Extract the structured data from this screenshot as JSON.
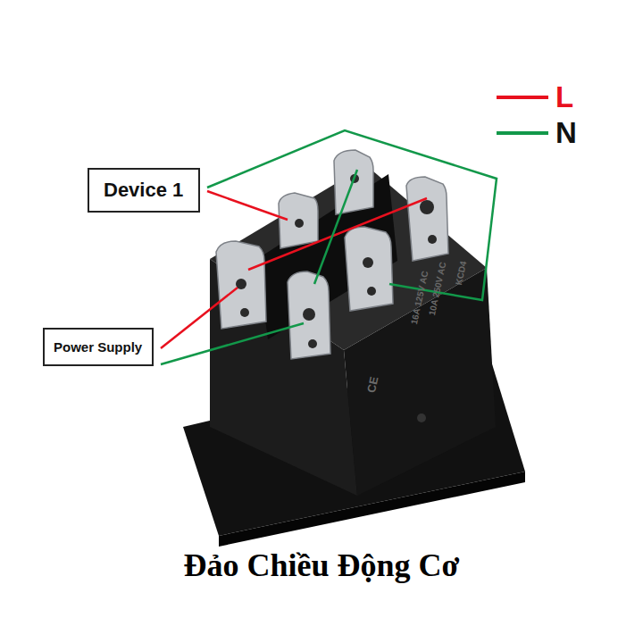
{
  "diagram": {
    "caption": "Đảo Chiều Động Cơ",
    "nodes": [
      {
        "text": [
          "Device 1"
        ]
      },
      {
        "text": [
          "Power Supply"
        ]
      }
    ],
    "labels": [
      "KCD4",
      "10A 250V AC",
      "16A 125V AC",
      "CE"
    ],
    "legend": [
      {
        "text": "L",
        "color": "#e8101e"
      },
      {
        "text": "N",
        "color": "#12984a"
      }
    ]
  }
}
